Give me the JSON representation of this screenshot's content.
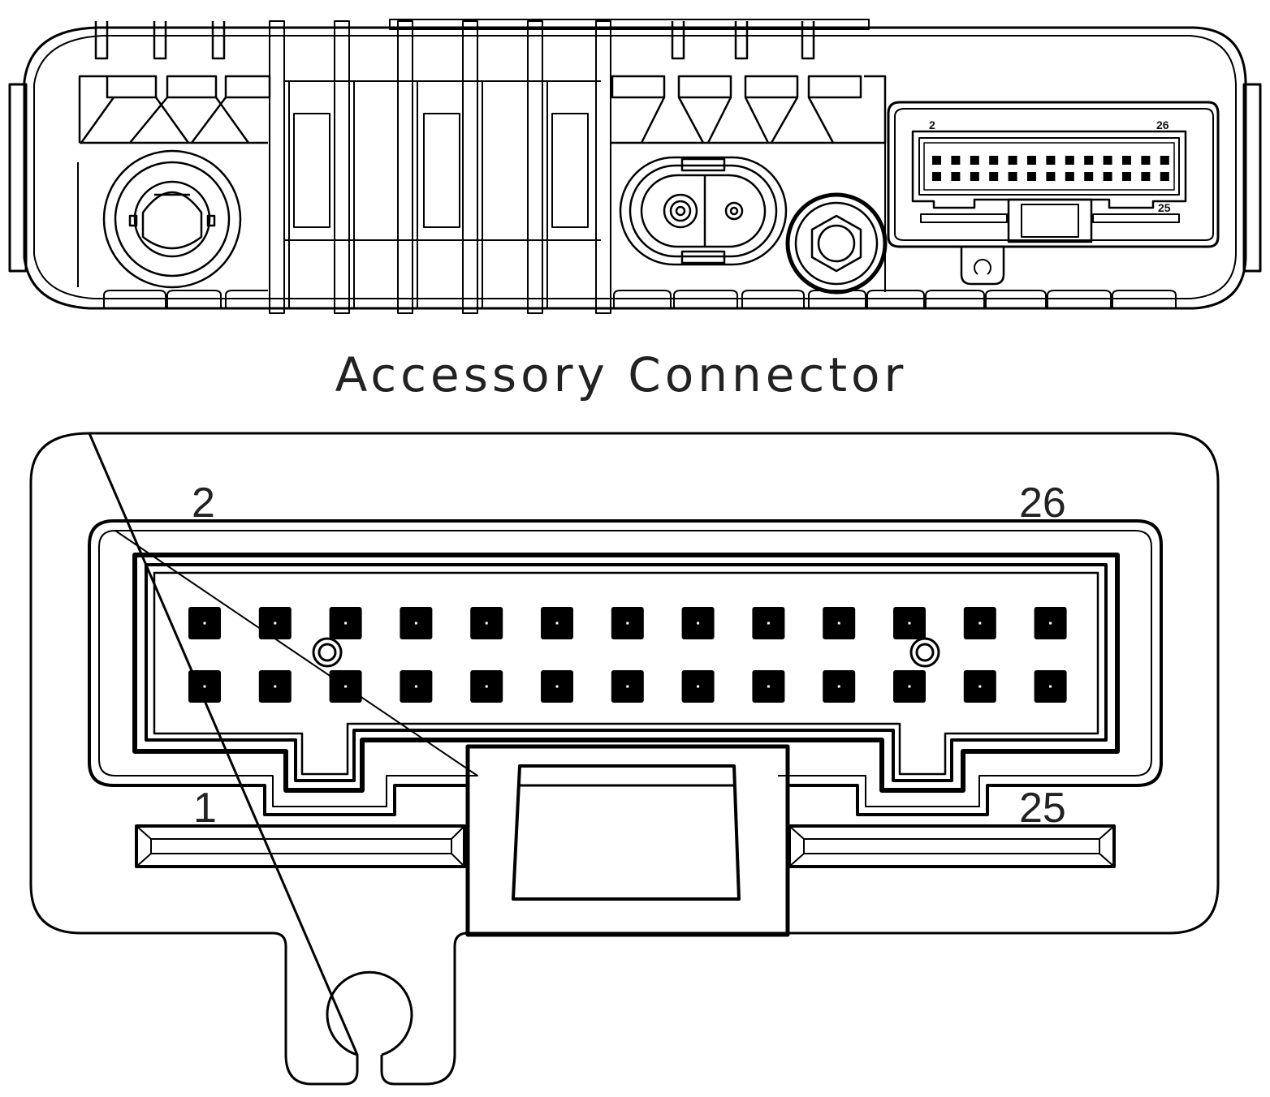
{
  "title": "Accessory Connector",
  "pin_labels": {
    "top_left": "2",
    "top_right": "26",
    "bottom_left": "1",
    "bottom_right": "25"
  },
  "mini_labels": {
    "top_left": "2",
    "top_right": "26",
    "bottom_right": "25"
  },
  "connector": {
    "rows": 2,
    "pins_per_row": 13
  },
  "colors": {
    "line": "#000000",
    "text": "#222222",
    "background": "#ffffff"
  }
}
